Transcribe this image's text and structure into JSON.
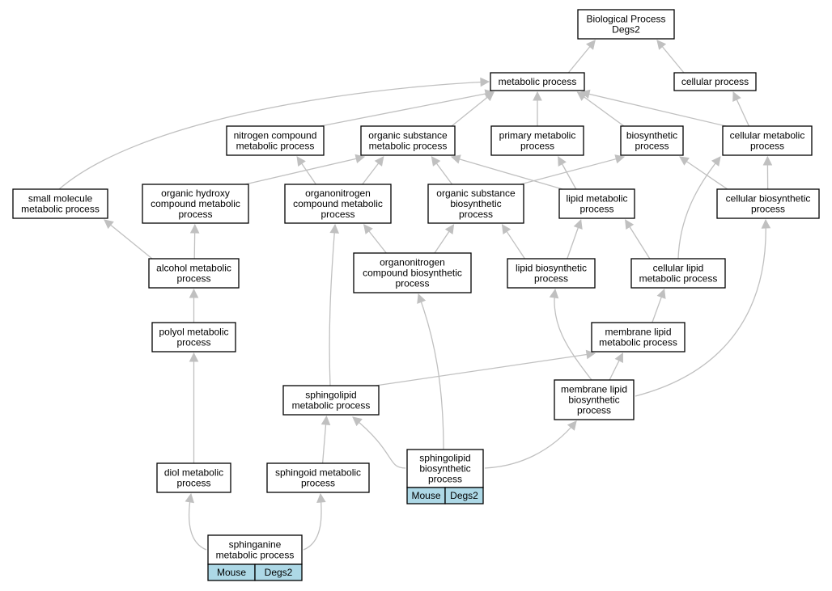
{
  "diagram": {
    "colors": {
      "node_border": "#000000",
      "node_fill": "#ffffff",
      "edge": "#c0c0c0",
      "annotation_fill": "#add8e6"
    },
    "nodes": [
      {
        "id": "bp",
        "lines": [
          "Biological Process",
          "Degs2"
        ]
      },
      {
        "id": "metabolic",
        "lines": [
          "metabolic process"
        ]
      },
      {
        "id": "cellular",
        "lines": [
          "cellular process"
        ]
      },
      {
        "id": "nitrogen",
        "lines": [
          "nitrogen compound",
          "metabolic process"
        ]
      },
      {
        "id": "organicsub",
        "lines": [
          "organic substance",
          "metabolic process"
        ]
      },
      {
        "id": "primary",
        "lines": [
          "primary metabolic",
          "process"
        ]
      },
      {
        "id": "biosynthetic",
        "lines": [
          "biosynthetic",
          "process"
        ]
      },
      {
        "id": "cellmetab",
        "lines": [
          "cellular metabolic",
          "process"
        ]
      },
      {
        "id": "smallmol",
        "lines": [
          "small molecule",
          "metabolic process"
        ]
      },
      {
        "id": "orghydroxy",
        "lines": [
          "organic hydroxy",
          "compound metabolic",
          "process"
        ]
      },
      {
        "id": "organonitro",
        "lines": [
          "organonitrogen",
          "compound metabolic",
          "process"
        ]
      },
      {
        "id": "orgsubbio",
        "lines": [
          "organic substance",
          "biosynthetic",
          "process"
        ]
      },
      {
        "id": "lipidmetab",
        "lines": [
          "lipid metabolic",
          "process"
        ]
      },
      {
        "id": "cellbio",
        "lines": [
          "cellular biosynthetic",
          "process"
        ]
      },
      {
        "id": "alcohol",
        "lines": [
          "alcohol metabolic",
          "process"
        ]
      },
      {
        "id": "organonitrobio",
        "lines": [
          "organonitrogen",
          "compound biosynthetic",
          "process"
        ]
      },
      {
        "id": "lipidbio",
        "lines": [
          "lipid biosynthetic",
          "process"
        ]
      },
      {
        "id": "celllipid",
        "lines": [
          "cellular lipid",
          "metabolic process"
        ]
      },
      {
        "id": "polyol",
        "lines": [
          "polyol metabolic",
          "process"
        ]
      },
      {
        "id": "memlipid",
        "lines": [
          "membrane lipid",
          "metabolic process"
        ]
      },
      {
        "id": "sphingolipid",
        "lines": [
          "sphingolipid",
          "metabolic process"
        ]
      },
      {
        "id": "memlipidbio",
        "lines": [
          "membrane lipid",
          "biosynthetic",
          "process"
        ]
      },
      {
        "id": "diol",
        "lines": [
          "diol metabolic",
          "process"
        ]
      },
      {
        "id": "sphingoid",
        "lines": [
          "sphingoid metabolic",
          "process"
        ]
      },
      {
        "id": "sphinglipidbio",
        "lines": [
          "sphingolipid",
          "biosynthetic",
          "process"
        ],
        "annotation": [
          "Mouse",
          "Degs2"
        ]
      },
      {
        "id": "sphinganine",
        "lines": [
          "sphinganine",
          "metabolic process"
        ],
        "annotation": [
          "Mouse",
          "Degs2"
        ]
      }
    ],
    "edges": [
      [
        "metabolic",
        "bp"
      ],
      [
        "cellular",
        "bp"
      ],
      [
        "nitrogen",
        "metabolic"
      ],
      [
        "organicsub",
        "metabolic"
      ],
      [
        "primary",
        "metabolic"
      ],
      [
        "biosynthetic",
        "metabolic"
      ],
      [
        "cellmetab",
        "metabolic"
      ],
      [
        "smallmol",
        "metabolic"
      ],
      [
        "cellmetab",
        "cellular"
      ],
      [
        "organonitro",
        "nitrogen"
      ],
      [
        "organonitro",
        "organicsub"
      ],
      [
        "orghydroxy",
        "organicsub"
      ],
      [
        "orgsubbio",
        "organicsub"
      ],
      [
        "lipidmetab",
        "organicsub"
      ],
      [
        "lipidmetab",
        "primary"
      ],
      [
        "orgsubbio",
        "biosynthetic"
      ],
      [
        "cellbio",
        "biosynthetic"
      ],
      [
        "cellbio",
        "cellmetab"
      ],
      [
        "alcohol",
        "smallmol"
      ],
      [
        "alcohol",
        "orghydroxy"
      ],
      [
        "organonitrobio",
        "organonitro"
      ],
      [
        "organonitrobio",
        "orgsubbio"
      ],
      [
        "lipidbio",
        "orgsubbio"
      ],
      [
        "lipidbio",
        "lipidmetab"
      ],
      [
        "celllipid",
        "lipidmetab"
      ],
      [
        "celllipid",
        "cellmetab"
      ],
      [
        "polyol",
        "alcohol"
      ],
      [
        "memlipid",
        "celllipid"
      ],
      [
        "sphingolipid",
        "organonitro"
      ],
      [
        "sphingolipid",
        "memlipid"
      ],
      [
        "memlipidbio",
        "memlipid"
      ],
      [
        "memlipidbio",
        "lipidbio"
      ],
      [
        "memlipidbio",
        "cellbio"
      ],
      [
        "diol",
        "polyol"
      ],
      [
        "sphingoid",
        "sphingolipid"
      ],
      [
        "sphinglipidbio",
        "sphingolipid"
      ],
      [
        "sphinglipidbio",
        "organonitrobio"
      ],
      [
        "sphinglipidbio",
        "memlipidbio"
      ],
      [
        "sphinganine",
        "diol"
      ],
      [
        "sphinganine",
        "sphingoid"
      ]
    ]
  }
}
